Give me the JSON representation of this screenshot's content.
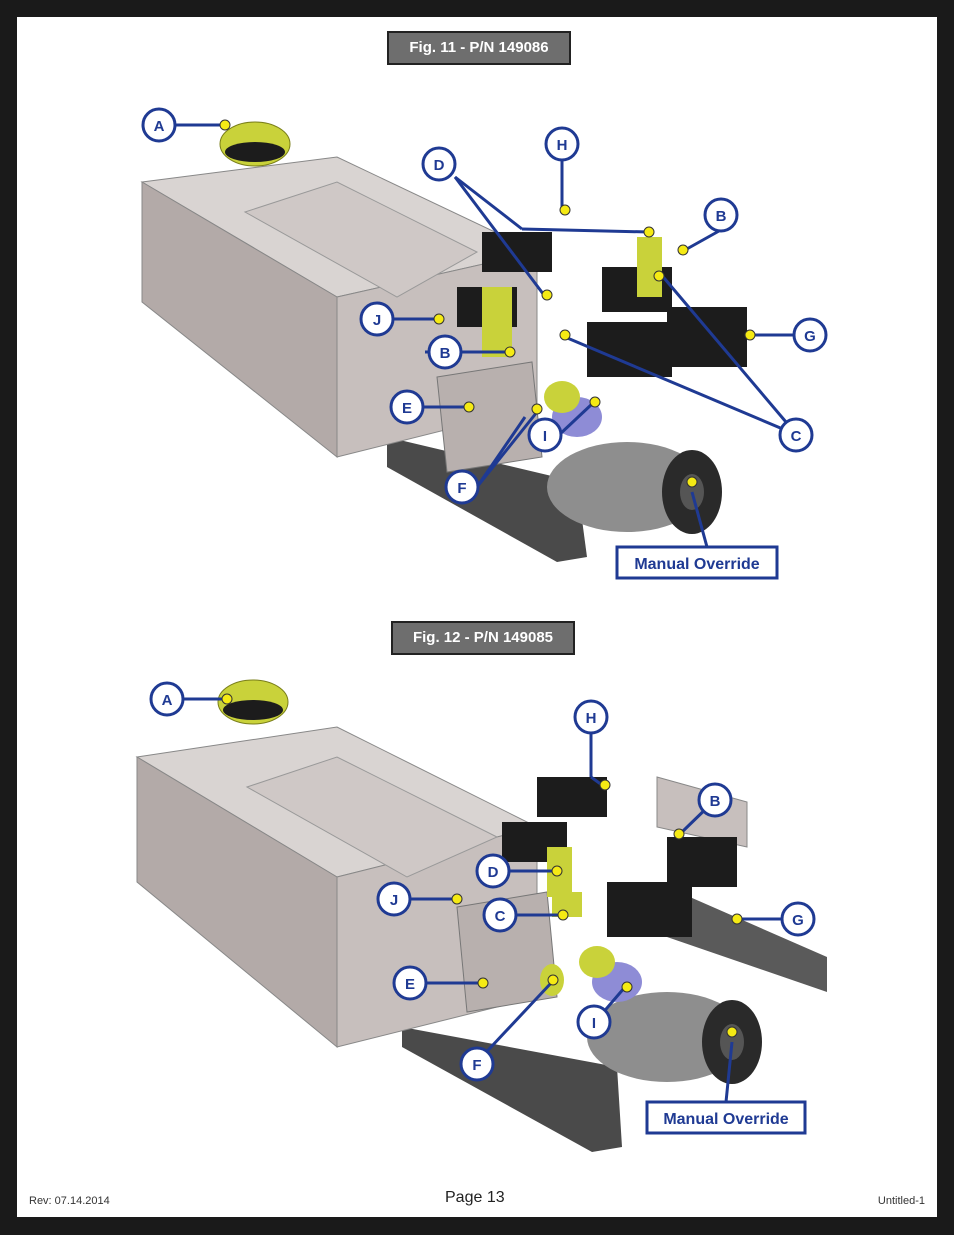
{
  "figures": [
    {
      "title": "Fig. 11 - P/N 149086",
      "callouts": {
        "a": "A",
        "b1": "B",
        "b2": "B",
        "c": "C",
        "d": "D",
        "e": "E",
        "f": "F",
        "g": "G",
        "h": "H",
        "i": "I",
        "j": "J"
      },
      "manual_override": "Manual Override"
    },
    {
      "title": "Fig. 12 - P/N 149085",
      "callouts": {
        "a": "A",
        "b": "B",
        "c": "C",
        "d": "D",
        "e": "E",
        "f": "F",
        "g": "G",
        "h": "H",
        "i": "I",
        "j": "J"
      },
      "manual_override": "Manual Override"
    }
  ],
  "footer": {
    "rev": "Rev: 07.14.2014",
    "page": "Page 13",
    "file": "Untitled-1"
  },
  "colors": {
    "callout_blue": "#1f3a93",
    "marker_yellow": "#f5ea14",
    "tank_gray": "#b8b0ae",
    "valve_black": "#1c1c1c",
    "fitting_yellow": "#c9d23a"
  }
}
